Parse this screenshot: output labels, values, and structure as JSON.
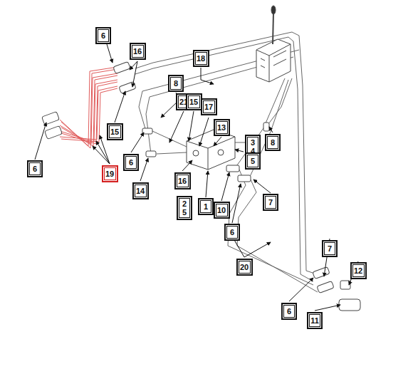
{
  "diagram": {
    "nodes": [
      {
        "text": [
          "6"
        ]
      },
      {
        "text": [
          "16"
        ]
      },
      {
        "text": [
          "18"
        ]
      },
      {
        "text": [
          "8"
        ]
      },
      {
        "text": [
          "21"
        ]
      },
      {
        "text": [
          "15"
        ]
      },
      {
        "text": [
          "17"
        ]
      },
      {
        "text": [
          "13"
        ]
      },
      {
        "text": [
          "15"
        ]
      },
      {
        "text": [
          "3",
          "4"
        ]
      },
      {
        "text": [
          "5"
        ]
      },
      {
        "text": [
          "8"
        ]
      },
      {
        "text": [
          "6"
        ]
      },
      {
        "text": [
          "6"
        ]
      },
      {
        "text": [
          "19"
        ]
      },
      {
        "text": [
          "16"
        ]
      },
      {
        "text": [
          "14"
        ]
      },
      {
        "text": [
          "2",
          "5"
        ]
      },
      {
        "text": [
          "1"
        ]
      },
      {
        "text": [
          "10"
        ]
      },
      {
        "text": [
          "7"
        ]
      },
      {
        "text": [
          "6"
        ]
      },
      {
        "text": [
          "20"
        ]
      },
      {
        "text": [
          "7"
        ]
      },
      {
        "text": [
          "12"
        ]
      },
      {
        "text": [
          "6"
        ]
      },
      {
        "text": [
          "11"
        ]
      }
    ]
  }
}
